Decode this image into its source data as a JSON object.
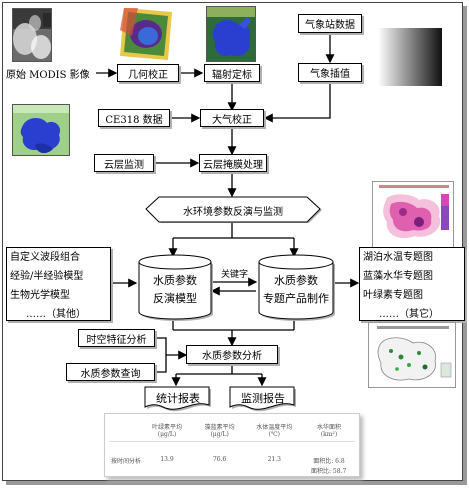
{
  "top_row": {
    "modis_label": "原始 MODIS 影像",
    "geo_label": "几何校正",
    "rad_label": "辐射定标",
    "weather_station_label": "气象站数据",
    "weather_interp_label": "气象插值"
  },
  "middle": {
    "ce318_label": "CE318 数据",
    "atmos_label": "大气校正",
    "cloud_detect_label": "云层监测",
    "cloud_mask_label": "云层掩膜处理",
    "inversion_label": "水环境参数反演与监测"
  },
  "models_left": {
    "items": [
      "自定义波段组合",
      "经验/半经验模型",
      "生物光学模型",
      "……（其他）"
    ]
  },
  "db1": {
    "line1": "水质参数",
    "line2": "反演模型"
  },
  "db2": {
    "line1": "水质参数",
    "line2": "专题产品制作"
  },
  "keyword_label": "关键字",
  "products_right": {
    "items": [
      "湖泊水温专题图",
      "蓝藻水华专题图",
      "叶绿素专题图",
      "……（其它）"
    ]
  },
  "analysis": {
    "spatiotemporal_label": "时空特征分析",
    "query_label": "水质参数查询",
    "param_analysis_label": "水质参数分析"
  },
  "outputs": {
    "stats_report_label": "统计报表",
    "monitor_report_label": "监测报告"
  },
  "report_table": {
    "headers": [
      "叶绿素平均\n(μg/L)",
      "藻蓝素平均\n(μg/L)",
      "水体温度平均\n(℃)",
      "水华面积\n(km²)"
    ],
    "row_label": "按时间分析",
    "values": [
      "13.9",
      "76.6",
      "21.3",
      "面积比: 6.8"
    ],
    "extra": "面积比: 58.7"
  },
  "colors": {
    "arrow": "#000000",
    "lake_blue": "#2a3fd0",
    "shadow": "#b0b0b0"
  }
}
